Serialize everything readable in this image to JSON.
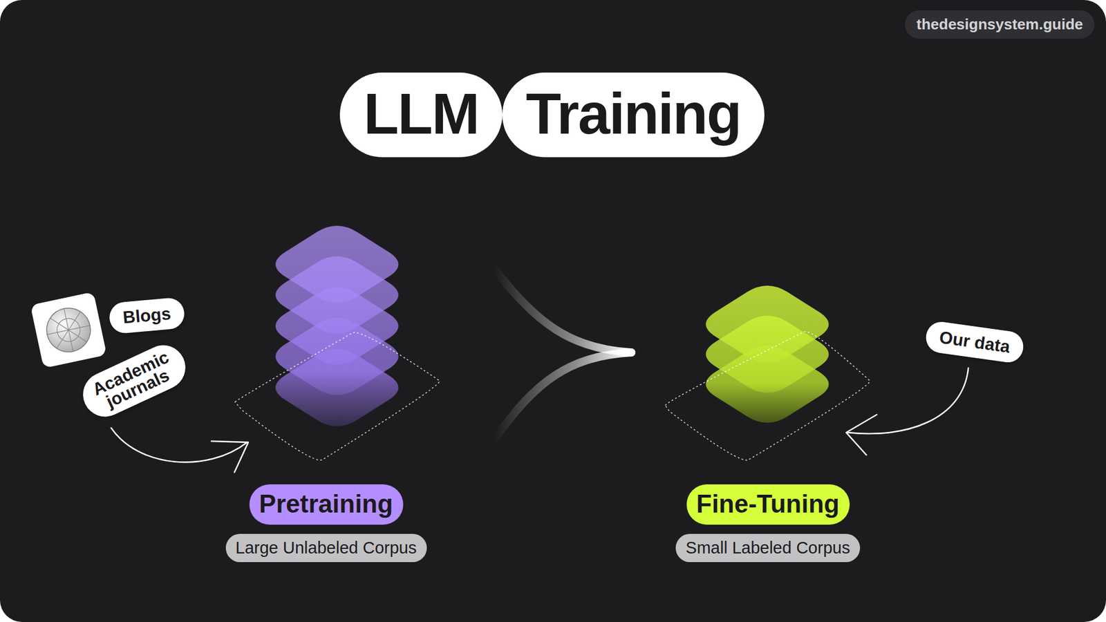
{
  "diagram": {
    "nodes": [
      {
        "text": [
          "LLM"
        ]
      },
      {
        "text": [
          "Training"
        ]
      },
      {
        "text": [
          "Blogs"
        ]
      },
      {
        "text": [
          "Our data"
        ]
      },
      {
        "text": [
          "Academic journals"
        ]
      },
      {
        "text": [
          "Pretraining"
        ]
      },
      {
        "text": [
          "Fine-Tuning"
        ]
      },
      {
        "text": [
          "Large Unlabeled Corpus"
        ]
      },
      {
        "text": [
          "Small Labeled Corpus"
        ]
      }
    ],
    "labels": [
      "thedesignsystem.guide"
    ]
  }
}
